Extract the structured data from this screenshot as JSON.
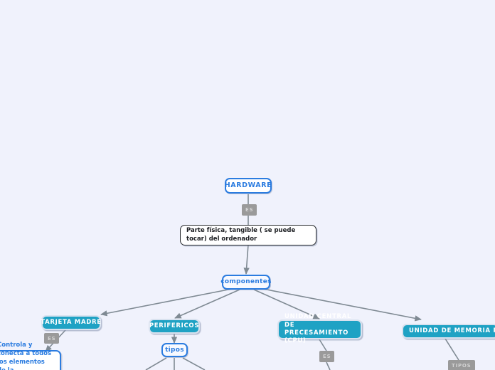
{
  "app": {
    "background_color": "#f0f2fc",
    "accent_blue": "#2b7ce0",
    "accent_teal": "#1fa2c4",
    "badge_gray": "#9a9a9a"
  },
  "mindmap": {
    "root": {
      "label": "HARDWARE"
    },
    "root_relation": {
      "label": "ES"
    },
    "root_definition": {
      "label": "Parte física, tangible ( se puede tocar) del ordenador"
    },
    "components_node": {
      "label": "componentes"
    },
    "branches": [
      {
        "label": "TARJETA MADRE",
        "relation": "ES",
        "note": "Controla y conecta a todos los elementos de la computadora."
      },
      {
        "label": "PERIFERICOS",
        "relation": "tipos"
      },
      {
        "label": "UNIDAD CENTRAL DE PRECESAMIENTO (CPU)",
        "relation": "ES"
      },
      {
        "label": "UNIDAD DE MEMORIA PRINCIPAL",
        "relation": "TIPOS"
      }
    ]
  }
}
